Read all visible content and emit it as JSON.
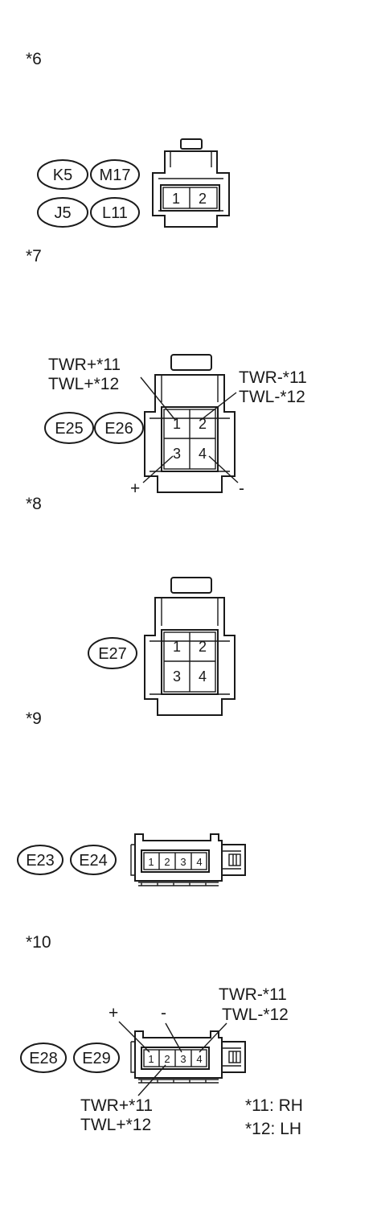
{
  "sections": [
    {
      "id": "6",
      "label": "*6",
      "codes": [
        "K5",
        "M17",
        "J5",
        "L11"
      ],
      "pins": [
        "1",
        "2"
      ]
    },
    {
      "id": "7",
      "label": "*7",
      "codes": [
        "E25",
        "E26"
      ],
      "pins": [
        "1",
        "2",
        "3",
        "4"
      ],
      "annotations": {
        "left_a": "TWR+*11",
        "left_b": "TWL+*12",
        "right_a": "TWR-*11",
        "right_b": "TWL-*12",
        "plus": "+",
        "minus": "-"
      }
    },
    {
      "id": "8",
      "label": "*8",
      "codes": [
        "E27"
      ],
      "pins": [
        "1",
        "2",
        "3",
        "4"
      ]
    },
    {
      "id": "9",
      "label": "*9",
      "codes": [
        "E23",
        "E24"
      ],
      "pins": [
        "1",
        "2",
        "3",
        "4"
      ]
    },
    {
      "id": "10",
      "label": "*10",
      "codes": [
        "E28",
        "E29"
      ],
      "pins": [
        "1",
        "2",
        "3",
        "4"
      ],
      "annotations": {
        "top_a": "TWR-*11",
        "top_b": "TWL-*12",
        "plus": "+",
        "minus": "-",
        "bottom_a": "TWR+*11",
        "bottom_b": "TWL+*12"
      }
    }
  ],
  "notes": [
    "*11: RH",
    "*12: LH"
  ]
}
